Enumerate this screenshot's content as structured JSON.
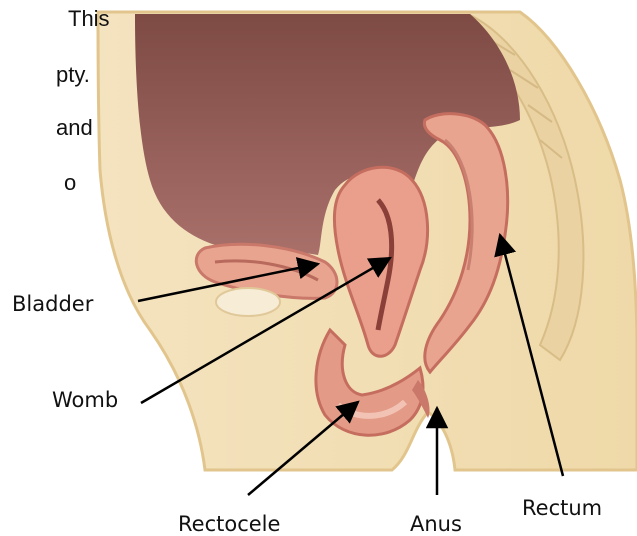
{
  "text_fragments": [
    "This",
    "pty.",
    "and",
    "o"
  ],
  "labels": {
    "bladder": "Bladder",
    "womb": "Womb",
    "rectocele": "Rectocele",
    "anus": "Anus",
    "rectum": "Rectum"
  },
  "colors": {
    "background": "#ffffff",
    "skin": "#f2e0b8",
    "skin_edge": "#e6c98f",
    "cavity": "#8f5a52",
    "organ": "#e8a48e",
    "organ_dark": "#c9786a",
    "arrow": "#000000"
  }
}
